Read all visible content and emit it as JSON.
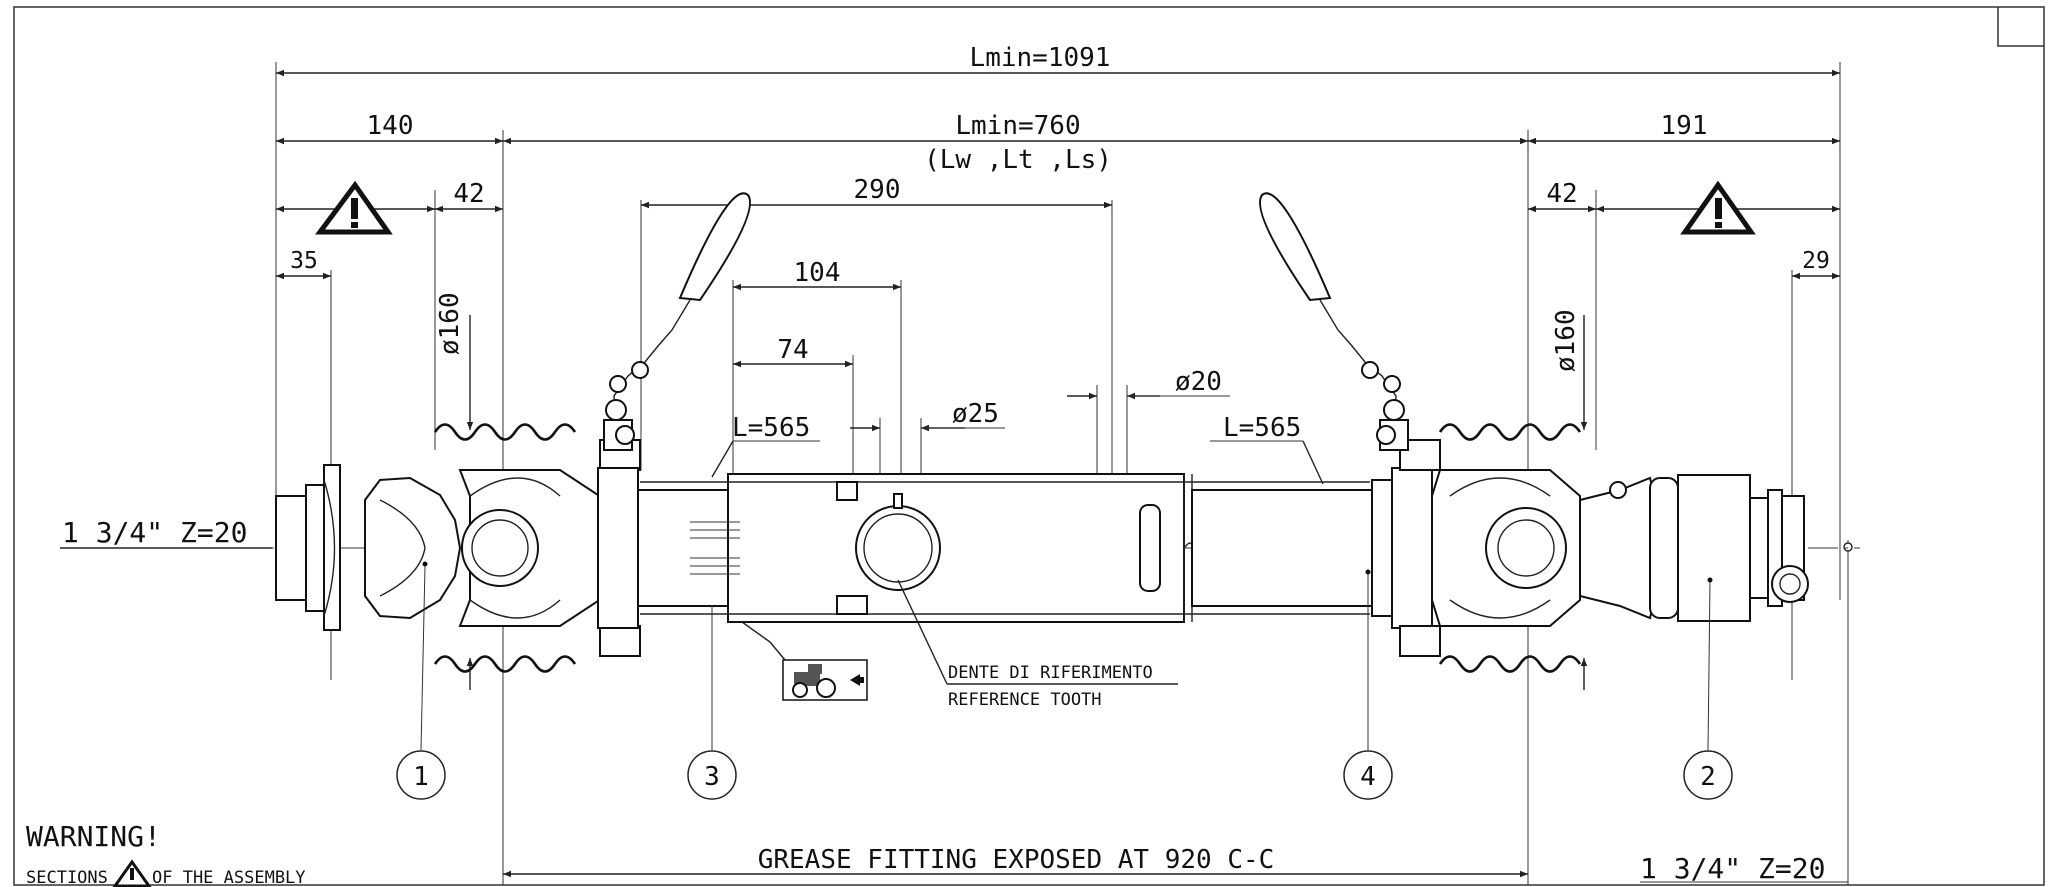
{
  "dimensions": {
    "overall": "Lmin=1091",
    "left_end": "140",
    "tube": "Lmin=760",
    "tube_sub": "(Lw ,Lt ,Ls)",
    "right_end": "191",
    "guard_left": "42",
    "guard_right": "42",
    "left_stub": "35",
    "right_stub": "29",
    "chain": "290",
    "d104": "104",
    "d74": "74",
    "diam_left": "ø160",
    "diam_right": "ø160",
    "diam25": "ø25",
    "diam20": "ø20",
    "l_left": "L=565",
    "l_right": "L=565"
  },
  "labels": {
    "spline_left": "1 3/4\" Z=20",
    "spline_right": "1 3/4\" Z=20",
    "ref_tooth_it": "DENTE DI RIFERIMENTO",
    "ref_tooth_en": "REFERENCE TOOTH",
    "grease": "GREASE FITTING EXPOSED AT 920 C-C",
    "warning_title": "WARNING!",
    "warning_text_a": "SECTIONS",
    "warning_text_b": "OF THE ASSEMBLY"
  },
  "callouts": [
    "1",
    "3",
    "4",
    "2"
  ],
  "icons": [
    "warning-triangle-icon",
    "tractor-icon"
  ]
}
